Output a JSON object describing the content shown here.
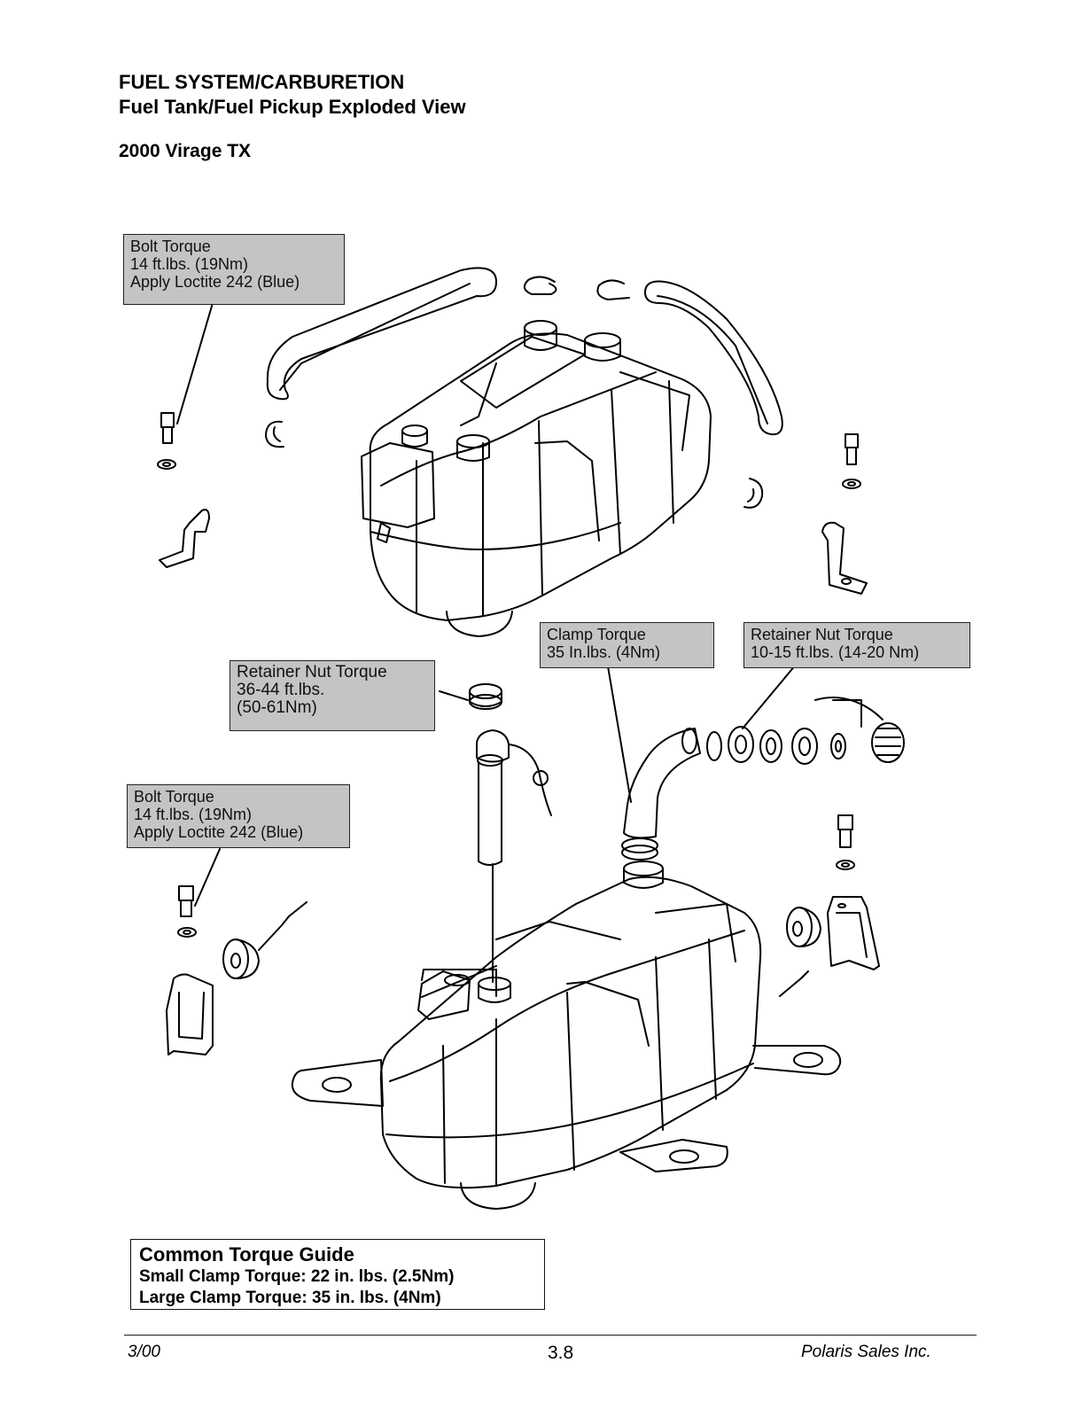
{
  "header": {
    "section": "FUEL SYSTEM/CARBURETION",
    "title": "Fuel Tank/Fuel Pickup Exploded View",
    "model": "2000 Virage TX"
  },
  "callouts": {
    "bolt_top": {
      "line1": "Bolt Torque",
      "line2": "14 ft.lbs. (19Nm)",
      "line3": "Apply Loctite 242 (Blue)"
    },
    "retainer_left": {
      "line1": "Retainer Nut Torque",
      "line2": "36-44 ft.lbs.",
      "line3": "(50-61Nm)"
    },
    "clamp": {
      "line1": "Clamp Torque",
      "line2": "35 In.lbs. (4Nm)"
    },
    "retainer_right": {
      "line1": "Retainer Nut Torque",
      "line2": "10-15 ft.lbs. (14-20 Nm)"
    },
    "bolt_bottom": {
      "line1": "Bolt Torque",
      "line2": "14 ft.lbs. (19Nm)",
      "line3": "Apply Loctite 242 (Blue)"
    }
  },
  "torque_guide": {
    "title": "Common Torque Guide",
    "small": "Small Clamp Torque: 22 in. lbs. (2.5Nm)",
    "large": "Large Clamp Torque:  35 in. lbs. (4Nm)"
  },
  "footer": {
    "date": "3/00",
    "page": "3.8",
    "company": "Polaris Sales Inc."
  }
}
